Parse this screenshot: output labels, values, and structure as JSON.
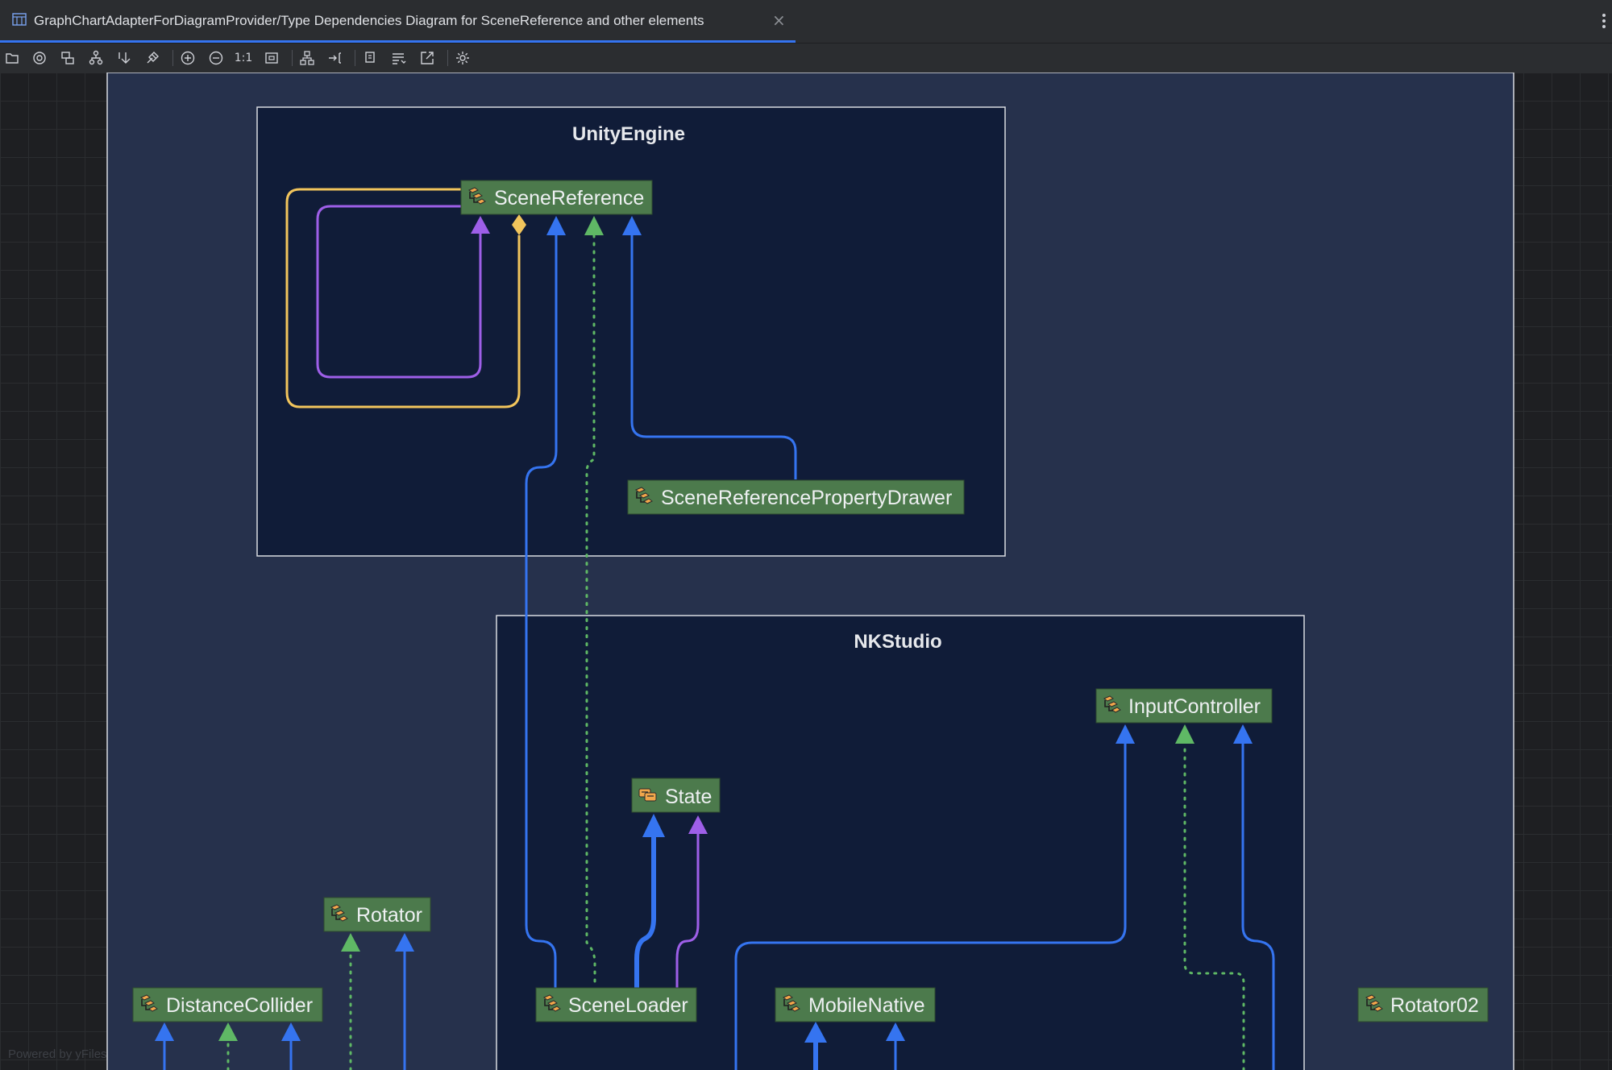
{
  "tab": {
    "title": "GraphChartAdapterForDiagramProvider/Type Dependencies Diagram for SceneReference and other elements",
    "close_glyph": "×",
    "icon": "diagram-icon"
  },
  "toolbar": {
    "actual_size_label": "1:1",
    "buttons": [
      "open-icon",
      "filter-icon",
      "layers-icon",
      "hierarchy-icon",
      "arrow-down-icon",
      "pin-icon",
      "zoom-in-icon",
      "zoom-out-icon",
      "actual-size-icon",
      "fit-icon",
      "layout-icon",
      "route-icon",
      "copy-icon",
      "list-icon",
      "export-icon",
      "settings-icon"
    ]
  },
  "diagram": {
    "groups": [
      {
        "title": "UnityEngine"
      },
      {
        "title": "NKStudio"
      }
    ],
    "nodes": [
      {
        "label": "SceneReference",
        "kind": "class"
      },
      {
        "label": "SceneReferencePropertyDrawer",
        "kind": "class"
      },
      {
        "label": "InputController",
        "kind": "class"
      },
      {
        "label": "State",
        "kind": "enum"
      },
      {
        "label": "Rotator",
        "kind": "class"
      },
      {
        "label": "DistanceCollider",
        "kind": "class"
      },
      {
        "label": "SceneLoader",
        "kind": "class"
      },
      {
        "label": "MobileNative",
        "kind": "class"
      },
      {
        "label": "Rotator02",
        "kind": "class"
      }
    ],
    "colors": {
      "inheritance": "#3574f0",
      "interface": "#5fb865",
      "usage": "#9e5fe8",
      "aggregation": "#f2c55c",
      "node_fill": "#4c7a4c",
      "group_fill": "#101c38",
      "panel_fill": "#26314c"
    }
  },
  "watermark": "Powered by yFiles"
}
